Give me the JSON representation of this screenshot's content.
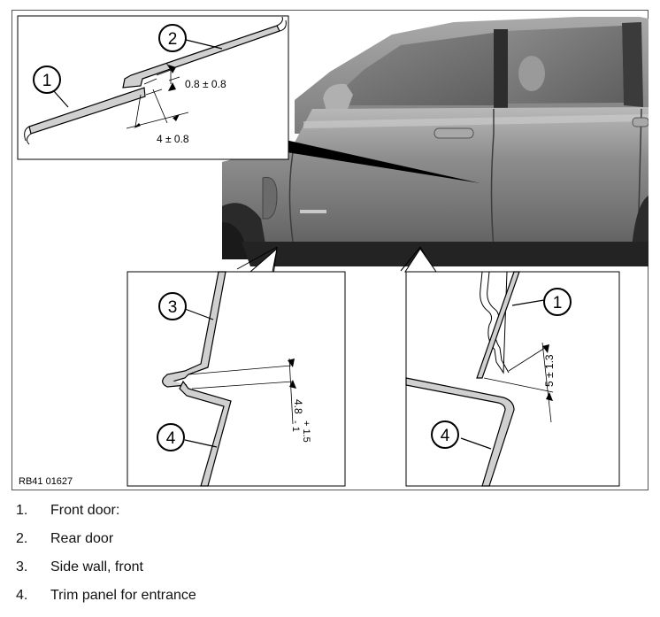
{
  "figure": {
    "code": "RB41 01627",
    "callouts": {
      "c1a": "1",
      "c2": "2",
      "c3": "3",
      "c4a": "4",
      "c1b": "1",
      "c4b": "4"
    },
    "dims": {
      "gap_top": "0.8 ± 0.8",
      "offset_top": "4 ± 0.8",
      "gap_left": "4.8",
      "gap_left_tol_plus": "+ 1.5",
      "gap_left_tol_minus": "- 1",
      "gap_right": "5 ± 1.3"
    }
  },
  "legend": {
    "items": [
      {
        "num": "1.",
        "text": "Front door:"
      },
      {
        "num": "2.",
        "text": "Rear door"
      },
      {
        "num": "3.",
        "text": "Side wall, front"
      },
      {
        "num": "4.",
        "text": "Trim panel for entrance"
      }
    ]
  }
}
